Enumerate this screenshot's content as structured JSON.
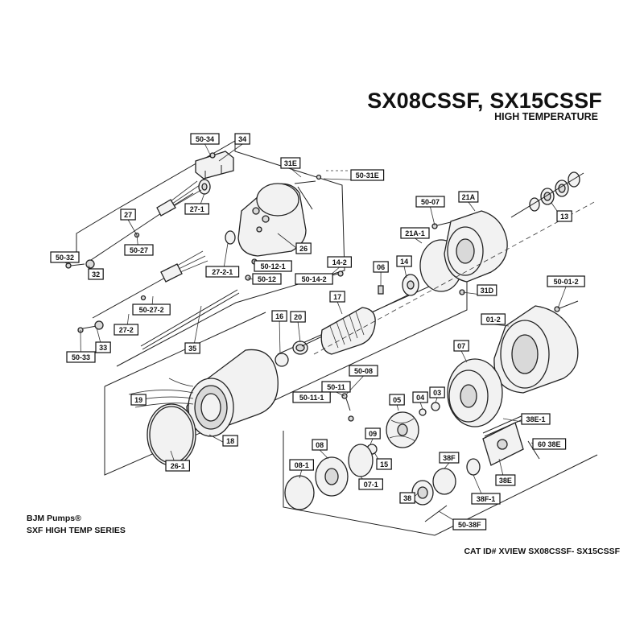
{
  "header": {
    "title": "SX08CSSF, SX15CSSF",
    "subtitle": "HIGH TEMPERATURE"
  },
  "footer": {
    "brand": "BJM Pumps®",
    "series": "SXF HIGH TEMP SERIES",
    "cat_id": "CAT ID# XVIEW SX08CSSF- SX15CSSF"
  },
  "parts": [
    "50-34",
    "34",
    "31E",
    "50-31E",
    "27",
    "27-1",
    "50-27",
    "26",
    "50-32",
    "32",
    "27-2-1",
    "50-12-1",
    "50-12",
    "27-2",
    "50-27-2",
    "33",
    "50-33",
    "35",
    "50-07",
    "21A",
    "21A-1",
    "13",
    "14-2",
    "50-14-2",
    "06",
    "14",
    "31D",
    "17",
    "16",
    "20",
    "50-01-2",
    "01-2",
    "07",
    "19",
    "18",
    "26-1",
    "50-08",
    "50-11",
    "50-11-1",
    "05",
    "04",
    "03",
    "38E-1",
    "08",
    "09",
    "15",
    "08-1",
    "07-1",
    "60 38E",
    "38F",
    "38E",
    "38",
    "38F-1",
    "50-38F"
  ]
}
